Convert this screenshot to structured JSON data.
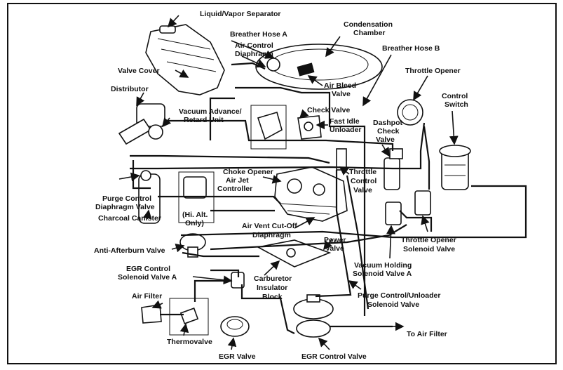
{
  "diagram": {
    "labels": {
      "liquid_vapor_separator": "Liquid/Vapor Separator",
      "condensation_chamber_1": "Condensation",
      "condensation_chamber_2": "Chamber",
      "breather_hose_a": "Breather Hose A",
      "breather_hose_b": "Breather Hose B",
      "air_control_diaphragm_1": "Air Control",
      "air_control_diaphragm_2": "Diaphragm",
      "valve_cover": "Valve Cover",
      "throttle_opener": "Throttle Opener",
      "distributor": "Distributor",
      "air_bleed_valve_1": "Air Bleed",
      "air_bleed_valve_2": "Valve",
      "control_switch_1": "Control",
      "control_switch_2": "Switch",
      "vacuum_advance_1": "Vacuum Advance/",
      "vacuum_advance_2": "Retard Unit",
      "check_valve": "Check Valve",
      "dashpot_check_valve_1": "Dashpot",
      "dashpot_check_valve_2": "Check",
      "dashpot_check_valve_3": "Valve",
      "fast_idle_unloader_1": "Fast Idle",
      "fast_idle_unloader_2": "Unloader",
      "choke_opener": "Choke Opener",
      "air_jet_controller_1": "Air Jet",
      "air_jet_controller_2": "Controller",
      "throttle_control_valve_1": "Throttle",
      "throttle_control_valve_2": "Control",
      "throttle_control_valve_3": "Valve",
      "purge_control_diaphragm_1": "Purge Control",
      "purge_control_diaphragm_2": "Diaphragm Valve",
      "hi_alt_1": "(Hi. Alt.",
      "hi_alt_2": "Only)",
      "charcoal_canister": "Charcoal Canister",
      "air_vent_cutoff_1": "Air Vent Cut-Off",
      "air_vent_cutoff_2": "Diaphragm",
      "throttle_opener_solenoid_1": "Throttle Opener",
      "throttle_opener_solenoid_2": "Solenoid Valve",
      "anti_afterburn_valve": "Anti-Afterburn  Valve",
      "power_valve_1": "Power",
      "power_valve_2": "Valve",
      "vacuum_holding_1": "Vacuum Holding",
      "vacuum_holding_2": "Solenoid Valve A",
      "egr_control_solenoid_1": "EGR Control",
      "egr_control_solenoid_2": "Solenoid Valve A",
      "carburetor_insulator_1": "Carburetor",
      "carburetor_insulator_2": "Insulator",
      "carburetor_insulator_3": "Block",
      "air_filter": "Air Filter",
      "purge_unloader_1": "Purge Control/Unloader",
      "purge_unloader_2": "Solenoid Valve",
      "thermovalve": "Thermovalve",
      "to_air_filter": "To Air Filter",
      "egr_valve": "EGR Valve",
      "egr_control_valve": "EGR Control Valve"
    }
  }
}
